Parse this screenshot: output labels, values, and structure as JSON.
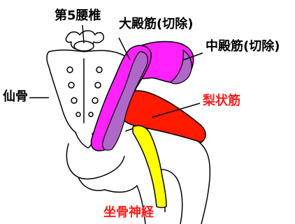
{
  "labels": {
    "l5": "第5腰椎",
    "sacrum": "仙骨",
    "gluteus_maximus": "大殿筋(切除)",
    "gluteus_medius": "中殿筋(切除)",
    "piriformis": "梨状筋",
    "sciatic_nerve": "坐骨神経"
  },
  "colors": {
    "outline": "#000000",
    "bone_fill": "#ffffff",
    "gluteus_maximus": "#ff22ff",
    "gluteus_maximus_cut": "#b068c8",
    "gluteus_medius": "#ff22ff",
    "gluteus_medius_cut": "#b068c8",
    "piriformis": "#ff1a00",
    "sciatic_nerve": "#ffff00",
    "red_label": "#ff1a1a"
  }
}
